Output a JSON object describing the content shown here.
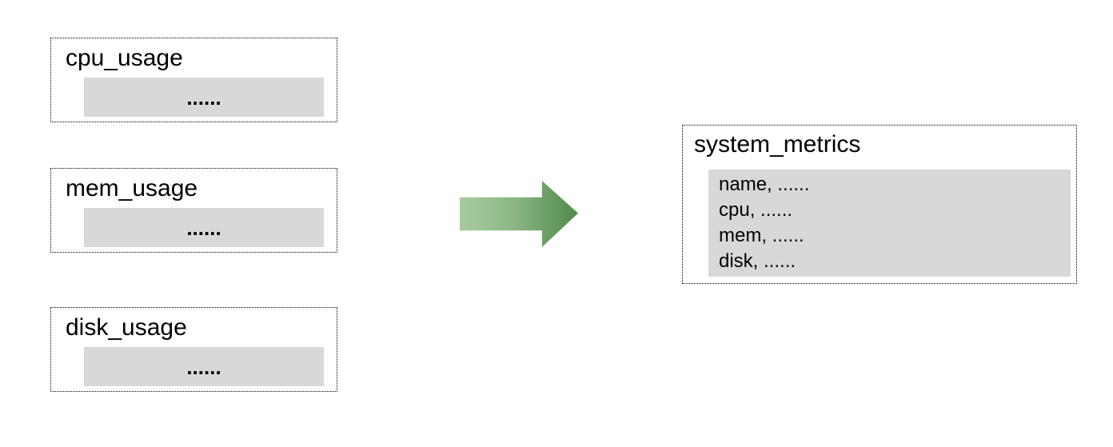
{
  "diagram": {
    "sources": [
      {
        "title": "cpu_usage",
        "dots": "......"
      },
      {
        "title": "mem_usage",
        "dots": "......"
      },
      {
        "title": "disk_usage",
        "dots": "......"
      }
    ],
    "arrow": {
      "direction": "right",
      "gradient_start": "#a9caa1",
      "gradient_end": "#4e8b49"
    },
    "result": {
      "title": "system_metrics",
      "rows": [
        "name, ......",
        "cpu, ......",
        "mem, ......",
        "disk, ......"
      ]
    },
    "colors": {
      "bar_fill": "#d8d8d8",
      "border": "#000000",
      "text": "#000000",
      "background": "#ffffff"
    }
  }
}
